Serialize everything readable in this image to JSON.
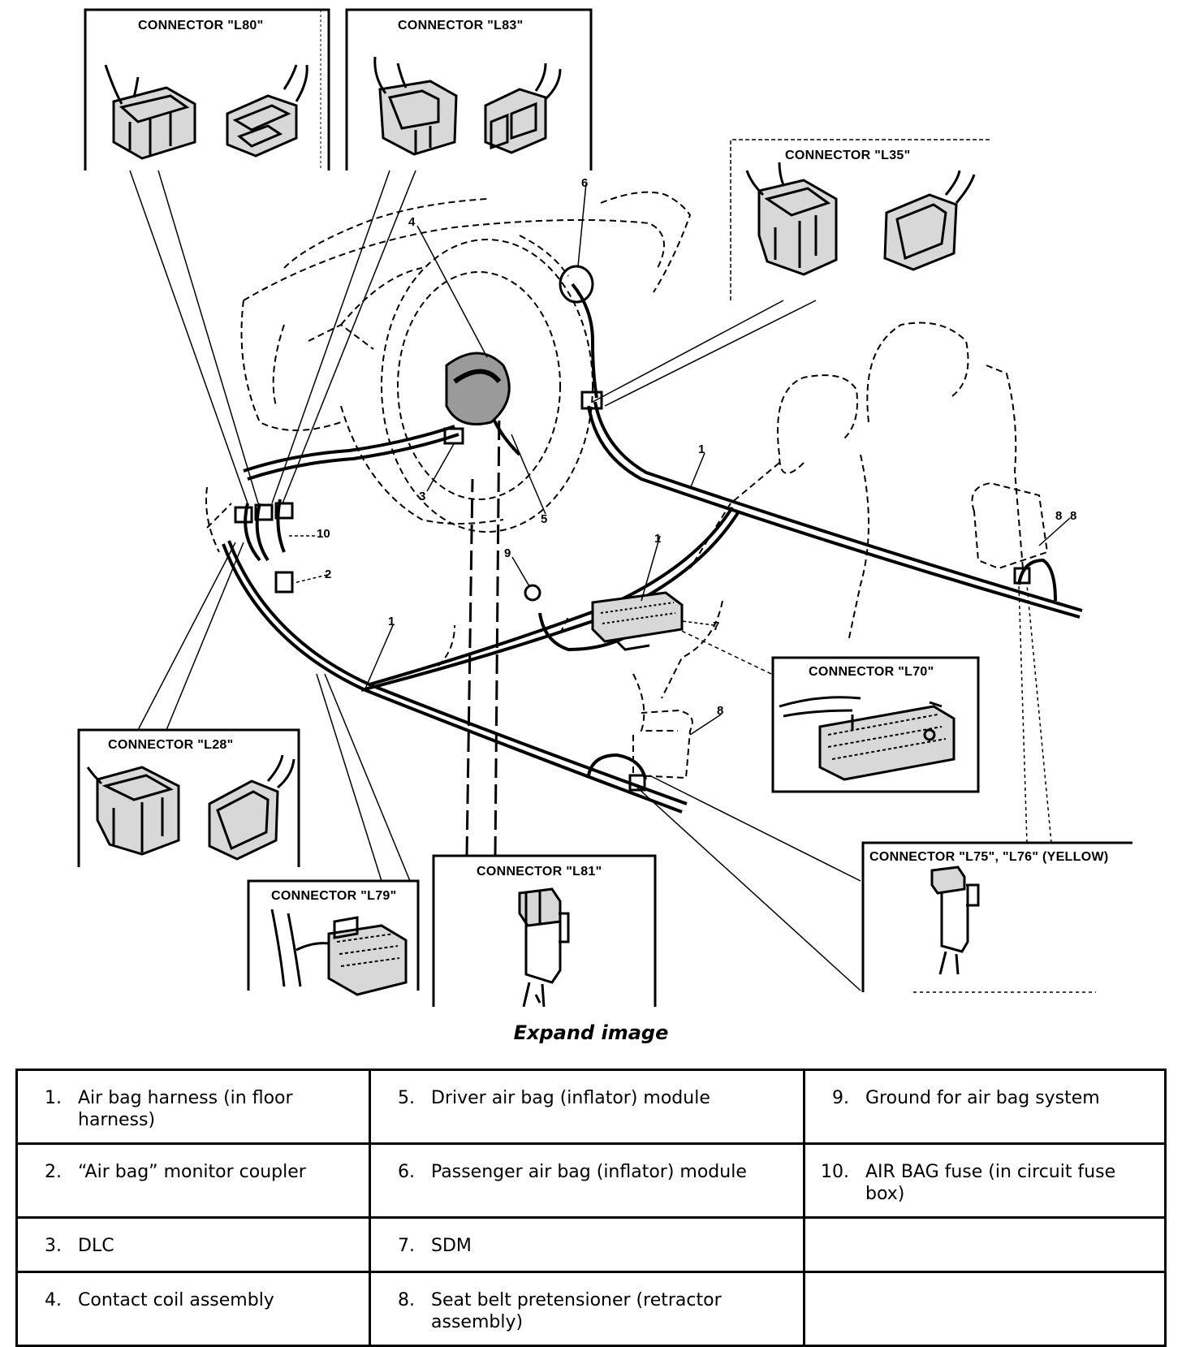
{
  "connectors": {
    "l80": "CONNECTOR  \"L80\"",
    "l83": "CONNECTOR  \"L83\"",
    "l35": "CONNECTOR \"L35\"",
    "l70": "CONNECTOR \"L70\"",
    "l28": "CONNECTOR  \"L28\"",
    "l79": "CONNECTOR  \"L79\"",
    "l81": "CONNECTOR \"L81\"",
    "l75_l76": "CONNECTOR \"L75\", \"L76\" (YELLOW)"
  },
  "callouts": {
    "c1": "1",
    "c2": "2",
    "c3": "3",
    "c4": "4",
    "c5": "5",
    "c6": "6",
    "c7": "7",
    "c8": "8",
    "c9": "9",
    "c10": "10"
  },
  "expand_label": "Expand image",
  "legend": [
    [
      {
        "num": "1.",
        "text": "Air bag harness (in floor harness)"
      },
      {
        "num": "5.",
        "text": "Driver air bag (inflator) module"
      },
      {
        "num": "9.",
        "text": "Ground for air bag system"
      }
    ],
    [
      {
        "num": "2.",
        "text": "“Air bag” monitor coupler"
      },
      {
        "num": "6.",
        "text": "Passenger air bag (inflator) module"
      },
      {
        "num": "10.",
        "text": "AIR BAG fuse (in circuit fuse box)"
      }
    ],
    [
      {
        "num": "3.",
        "text": "DLC"
      },
      {
        "num": "7.",
        "text": "SDM"
      },
      {
        "num": "",
        "text": ""
      }
    ],
    [
      {
        "num": "4.",
        "text": "Contact coil assembly"
      },
      {
        "num": "8.",
        "text": "Seat belt pretensioner (retractor assembly)"
      },
      {
        "num": "",
        "text": ""
      }
    ]
  ]
}
